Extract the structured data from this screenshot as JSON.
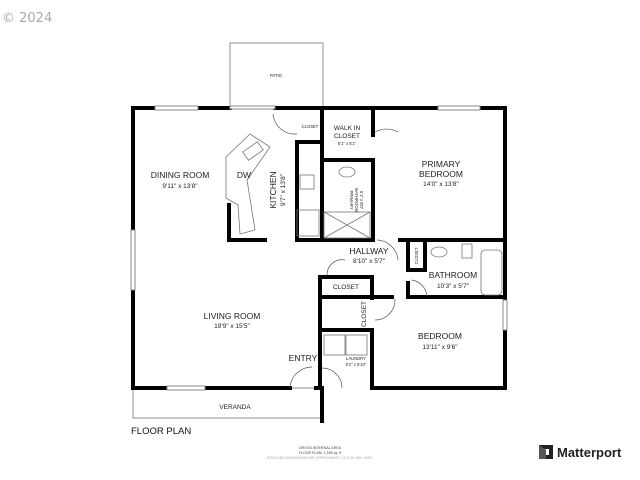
{
  "copyright": "© 2024",
  "rooms": {
    "patio": {
      "name": "PATIO"
    },
    "dining_room": {
      "name": "DINING ROOM",
      "size": "9'11\" x 13'8\""
    },
    "dw": {
      "name": "DW"
    },
    "kitchen": {
      "name": "KITCHEN",
      "size": "9'7\" x 13'8\""
    },
    "closet_kitchen": {
      "name": "CLOSET"
    },
    "walk_in_closet": {
      "name_line1": "WALK IN",
      "name_line2": "CLOSET",
      "size": "5'1\" x 5'1\""
    },
    "primary_bathroom": {
      "name_line1": "PRIMARY",
      "name_line2": "BATHROOM",
      "size": "5'1\" x 8'0\""
    },
    "primary_bedroom": {
      "name_line1": "PRIMARY",
      "name_line2": "BEDROOM",
      "size": "14'0\" x 13'8\""
    },
    "hallway": {
      "name": "HALLWAY",
      "size": "8'10\" x 5'7\""
    },
    "closet_hall_small": {
      "name": "CLOSET"
    },
    "bathroom": {
      "name": "BATHROOM",
      "size": "10'3\" x 5'7\""
    },
    "closet_hall": {
      "name": "CLOSET"
    },
    "closet_vertical": {
      "name": "CLOSET"
    },
    "living_room": {
      "name": "LIVING ROOM",
      "size": "19'9\" x 15'5\""
    },
    "entry": {
      "name": "ENTRY"
    },
    "laundry": {
      "name": "LAUNDRY",
      "size": "5'2\" x 5'10\""
    },
    "bedroom": {
      "name": "BEDROOM",
      "size": "13'11\" x 9'6\""
    },
    "veranda": {
      "name": "VERANDA"
    }
  },
  "floor_label": "FLOOR PLAN",
  "footer": {
    "line1": "GROSS INTERNAL AREA",
    "line2": "FLOOR PLAN: 1,165 sq. ft",
    "line3": "SIZES AND DIMENSIONS ARE APPROXIMATE, ACTUAL MAY VARY."
  },
  "brand": {
    "name": "Matterport",
    "color": "#222222"
  }
}
